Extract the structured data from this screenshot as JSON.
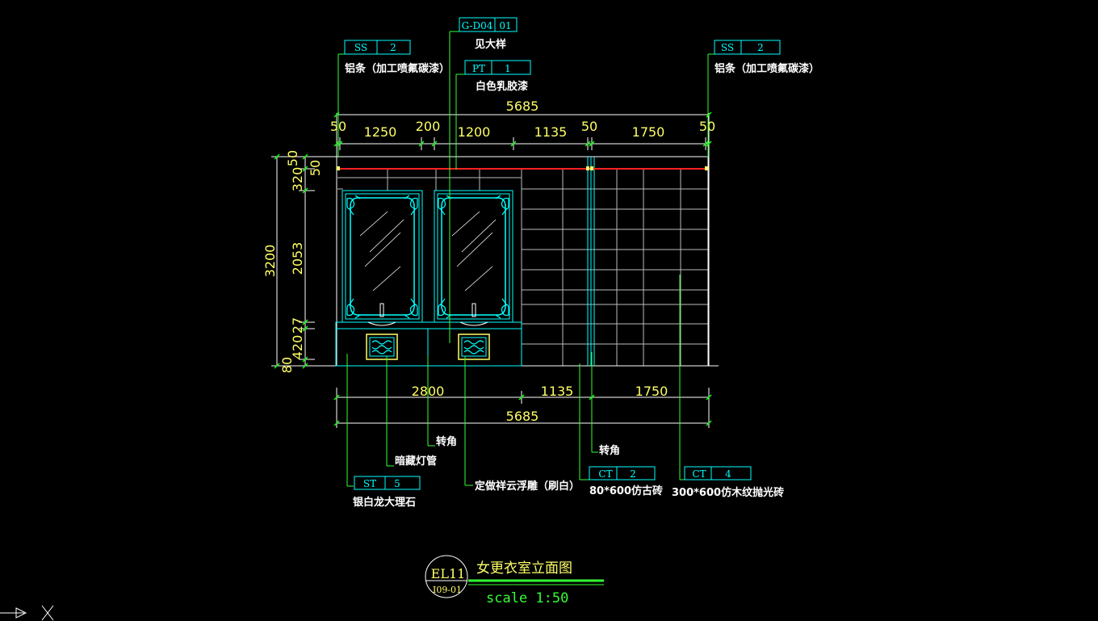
{
  "drawing": {
    "title": "女更衣室立面图",
    "scale": "scale 1:50",
    "elevation_id": "EL11",
    "sheet_ref": "I09-01",
    "ucs_label": "X"
  },
  "dimensions": {
    "top_overall": "5685",
    "top_segments": [
      "50",
      "1250",
      "200",
      "1200",
      "1135",
      "50",
      "1750",
      "50"
    ],
    "left_overall": "3200",
    "left_segments": [
      "50",
      "50",
      "320",
      "2053",
      "27",
      "420",
      "80"
    ],
    "bottom_segments": [
      "2800",
      "1135",
      "1750"
    ],
    "bottom_overall": "5685"
  },
  "annotations": {
    "top": [
      {
        "code": "SS",
        "num": "2",
        "text": "铝条（加工喷氟碳漆）"
      },
      {
        "code": "G-D04",
        "num": "01",
        "text": "见大样"
      },
      {
        "code": "PT",
        "num": "1",
        "text": "白色乳胶漆"
      },
      {
        "code": "SS",
        "num": "2",
        "text": "铝条（加工喷氟碳漆）"
      }
    ],
    "bottom": [
      {
        "text": "转角"
      },
      {
        "text": "暗藏灯管"
      },
      {
        "text": "定做祥云浮雕（刷白）"
      },
      {
        "code": "ST",
        "num": "5",
        "text": "银白龙大理石"
      },
      {
        "text": "转角"
      },
      {
        "code": "CT",
        "num": "2",
        "text": "80*600仿古砖"
      },
      {
        "code": "CT",
        "num": "4",
        "text": "300*600仿木纹抛光砖"
      }
    ]
  },
  "colors": {
    "cyan": "#00ffff",
    "green": "#33ff33",
    "yellow": "#ffff66",
    "red": "#ff2222",
    "white": "#ffffff",
    "grid": "#bbbbbb"
  }
}
